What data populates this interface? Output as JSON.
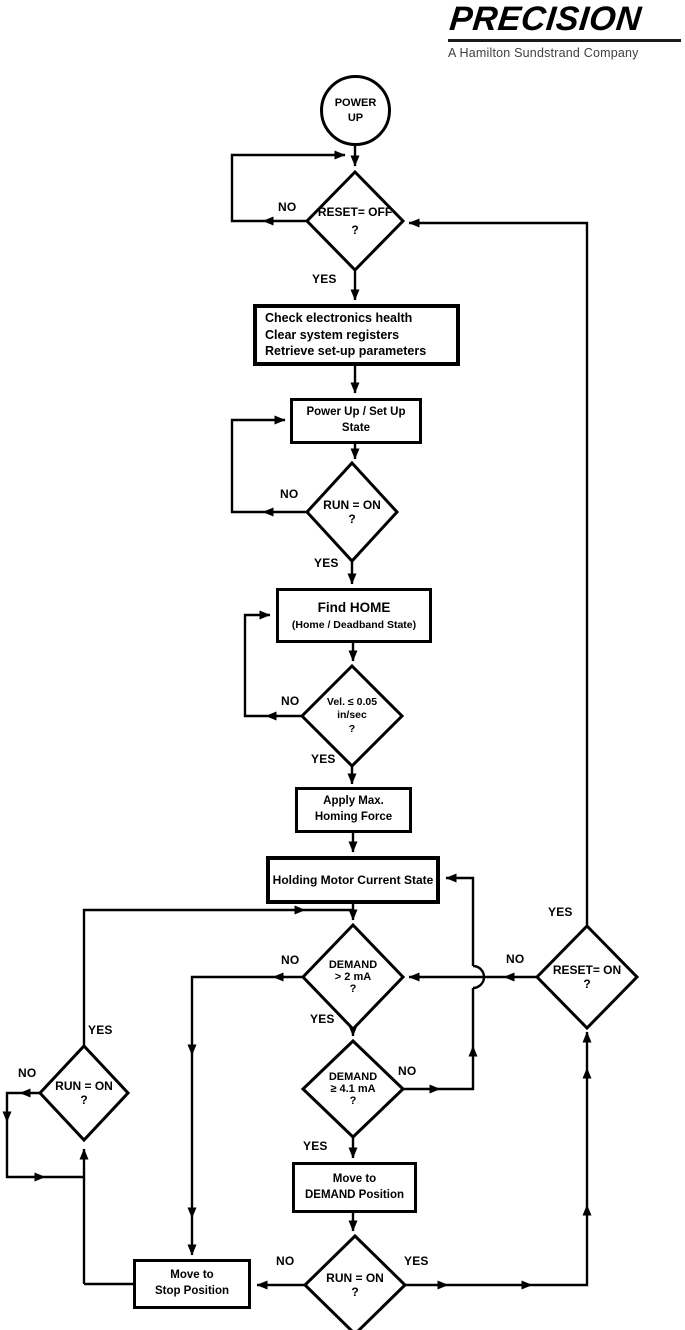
{
  "logo": {
    "brand": "PRECISION",
    "tagline": "A Hamilton Sundstrand Company"
  },
  "nodes": {
    "power_up": {
      "label": "POWER\nUP"
    },
    "reset_off": {
      "label": "RESET= OFF\n?"
    },
    "check": {
      "label": "Check electronics health\nClear system registers\nRetrieve set-up parameters"
    },
    "powerup_state": {
      "label": "Power Up / Set Up\nState"
    },
    "run_on_1": {
      "label": "RUN = ON\n?"
    },
    "find_home": {
      "title": "Find HOME",
      "subtitle": "(Home / Deadband State)"
    },
    "vel": {
      "label": "Vel. ≤ 0.05\nin/sec\n?"
    },
    "apply_max": {
      "label": "Apply Max.\nHoming Force"
    },
    "holding": {
      "label": "Holding Motor Current State"
    },
    "demand_2ma": {
      "label": "DEMAND\n> 2 mA\n?"
    },
    "demand_41ma": {
      "label": "DEMAND\n≥ 4.1 mA\n?"
    },
    "move_demand": {
      "label": "Move to\nDEMAND Position"
    },
    "run_on_bottom": {
      "label": "RUN = ON\n?"
    },
    "run_on_left": {
      "label": "RUN = ON\n?"
    },
    "reset_on": {
      "label": "RESET= ON\n?"
    },
    "move_stop": {
      "label": "Move to\nStop Position"
    }
  },
  "edge_labels": {
    "reset_off_no": "NO",
    "reset_off_yes": "YES",
    "run1_no": "NO",
    "run1_yes": "YES",
    "vel_no": "NO",
    "vel_yes": "YES",
    "demand2_no": "NO",
    "demand2_yes": "YES",
    "demand41_no": "NO",
    "demand41_yes": "YES",
    "runb_no": "NO",
    "runb_yes": "YES",
    "runl_no": "NO",
    "runl_yes": "YES",
    "reseton_no": "NO",
    "reseton_yes": "YES"
  },
  "colors": {
    "line": "#000000",
    "background": "#ffffff",
    "tagline_text": "#3f3f3f"
  }
}
